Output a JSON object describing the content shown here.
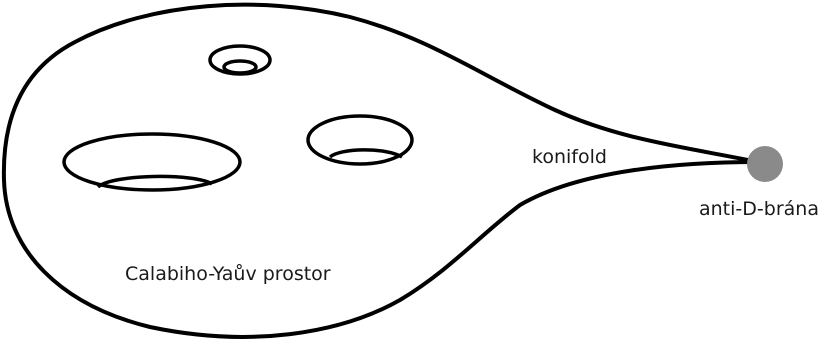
{
  "diagram": {
    "labels": {
      "space": "Calabiho-Yaův prostor",
      "conifold": "konifold",
      "brane": "anti-D-brána"
    },
    "colors": {
      "stroke": "#000000",
      "brane_fill": "#8a8a8a",
      "text": "#1a1a1a"
    }
  }
}
